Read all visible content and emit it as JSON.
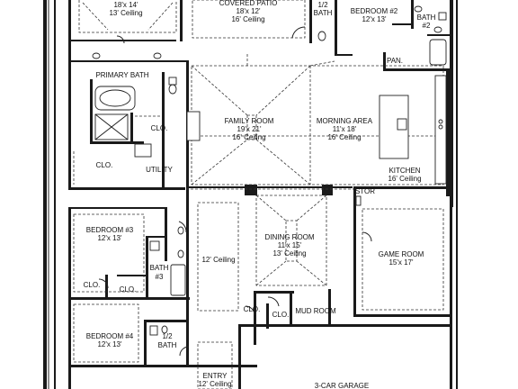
{
  "rooms": {
    "top_left_ceiling": {
      "size": "18'x 14'",
      "ceiling": "13' Ceiling"
    },
    "covered_patio": {
      "name": "COVERED PATIO",
      "size": "18'x 12'",
      "ceiling": "16' Ceiling"
    },
    "half_bath_top": {
      "name": "1/2",
      "name2": "BATH"
    },
    "bedroom2": {
      "name": "BEDROOM #2",
      "size": "12'x 13'"
    },
    "bath2": {
      "name": "BATH",
      "num": "#2"
    },
    "pan": {
      "name": "PAN."
    },
    "primary_bath": {
      "name": "PRIMARY BATH"
    },
    "clo_primary": {
      "name": "CLO."
    },
    "clo_left": {
      "name": "CLO."
    },
    "utility": {
      "name": "UTILITY"
    },
    "family_room": {
      "name": "FAMILY ROOM",
      "size": "19'x 21'",
      "ceiling": "16' Ceiling"
    },
    "morning_area": {
      "name": "MORNING AREA",
      "size": "11'x 18'",
      "ceiling": "16' Ceiling"
    },
    "kitchen": {
      "name": "KITCHEN",
      "ceiling": "16' Ceiling"
    },
    "stor": {
      "name": "STOR"
    },
    "bedroom3": {
      "name": "BEDROOM #3",
      "size": "12'x 13'"
    },
    "hall_ceiling": {
      "ceiling": "12' Ceiling"
    },
    "dining_room": {
      "name": "DINING ROOM",
      "size": "11'x 15'",
      "ceiling": "13' Ceiling"
    },
    "game_room": {
      "name": "GAME ROOM",
      "size": "15'x 17'"
    },
    "bath3": {
      "name": "BATH",
      "num": "#3"
    },
    "clo_b3a": {
      "name": "CLO."
    },
    "clo_b3b": {
      "name": "CLO."
    },
    "clo_mud": {
      "name": "CLO."
    },
    "clo_mud2": {
      "name": "CLO."
    },
    "mud_room": {
      "name": "MUD ROOM"
    },
    "bedroom4": {
      "name": "BEDROOM #4",
      "size": "12'x 13'"
    },
    "half_bath_bottom": {
      "name": "1/2",
      "name2": "BATH"
    },
    "entry": {
      "name": "ENTRY",
      "ceiling": "12' Ceiling"
    },
    "garage": {
      "name": "3-CAR GARAGE"
    }
  }
}
